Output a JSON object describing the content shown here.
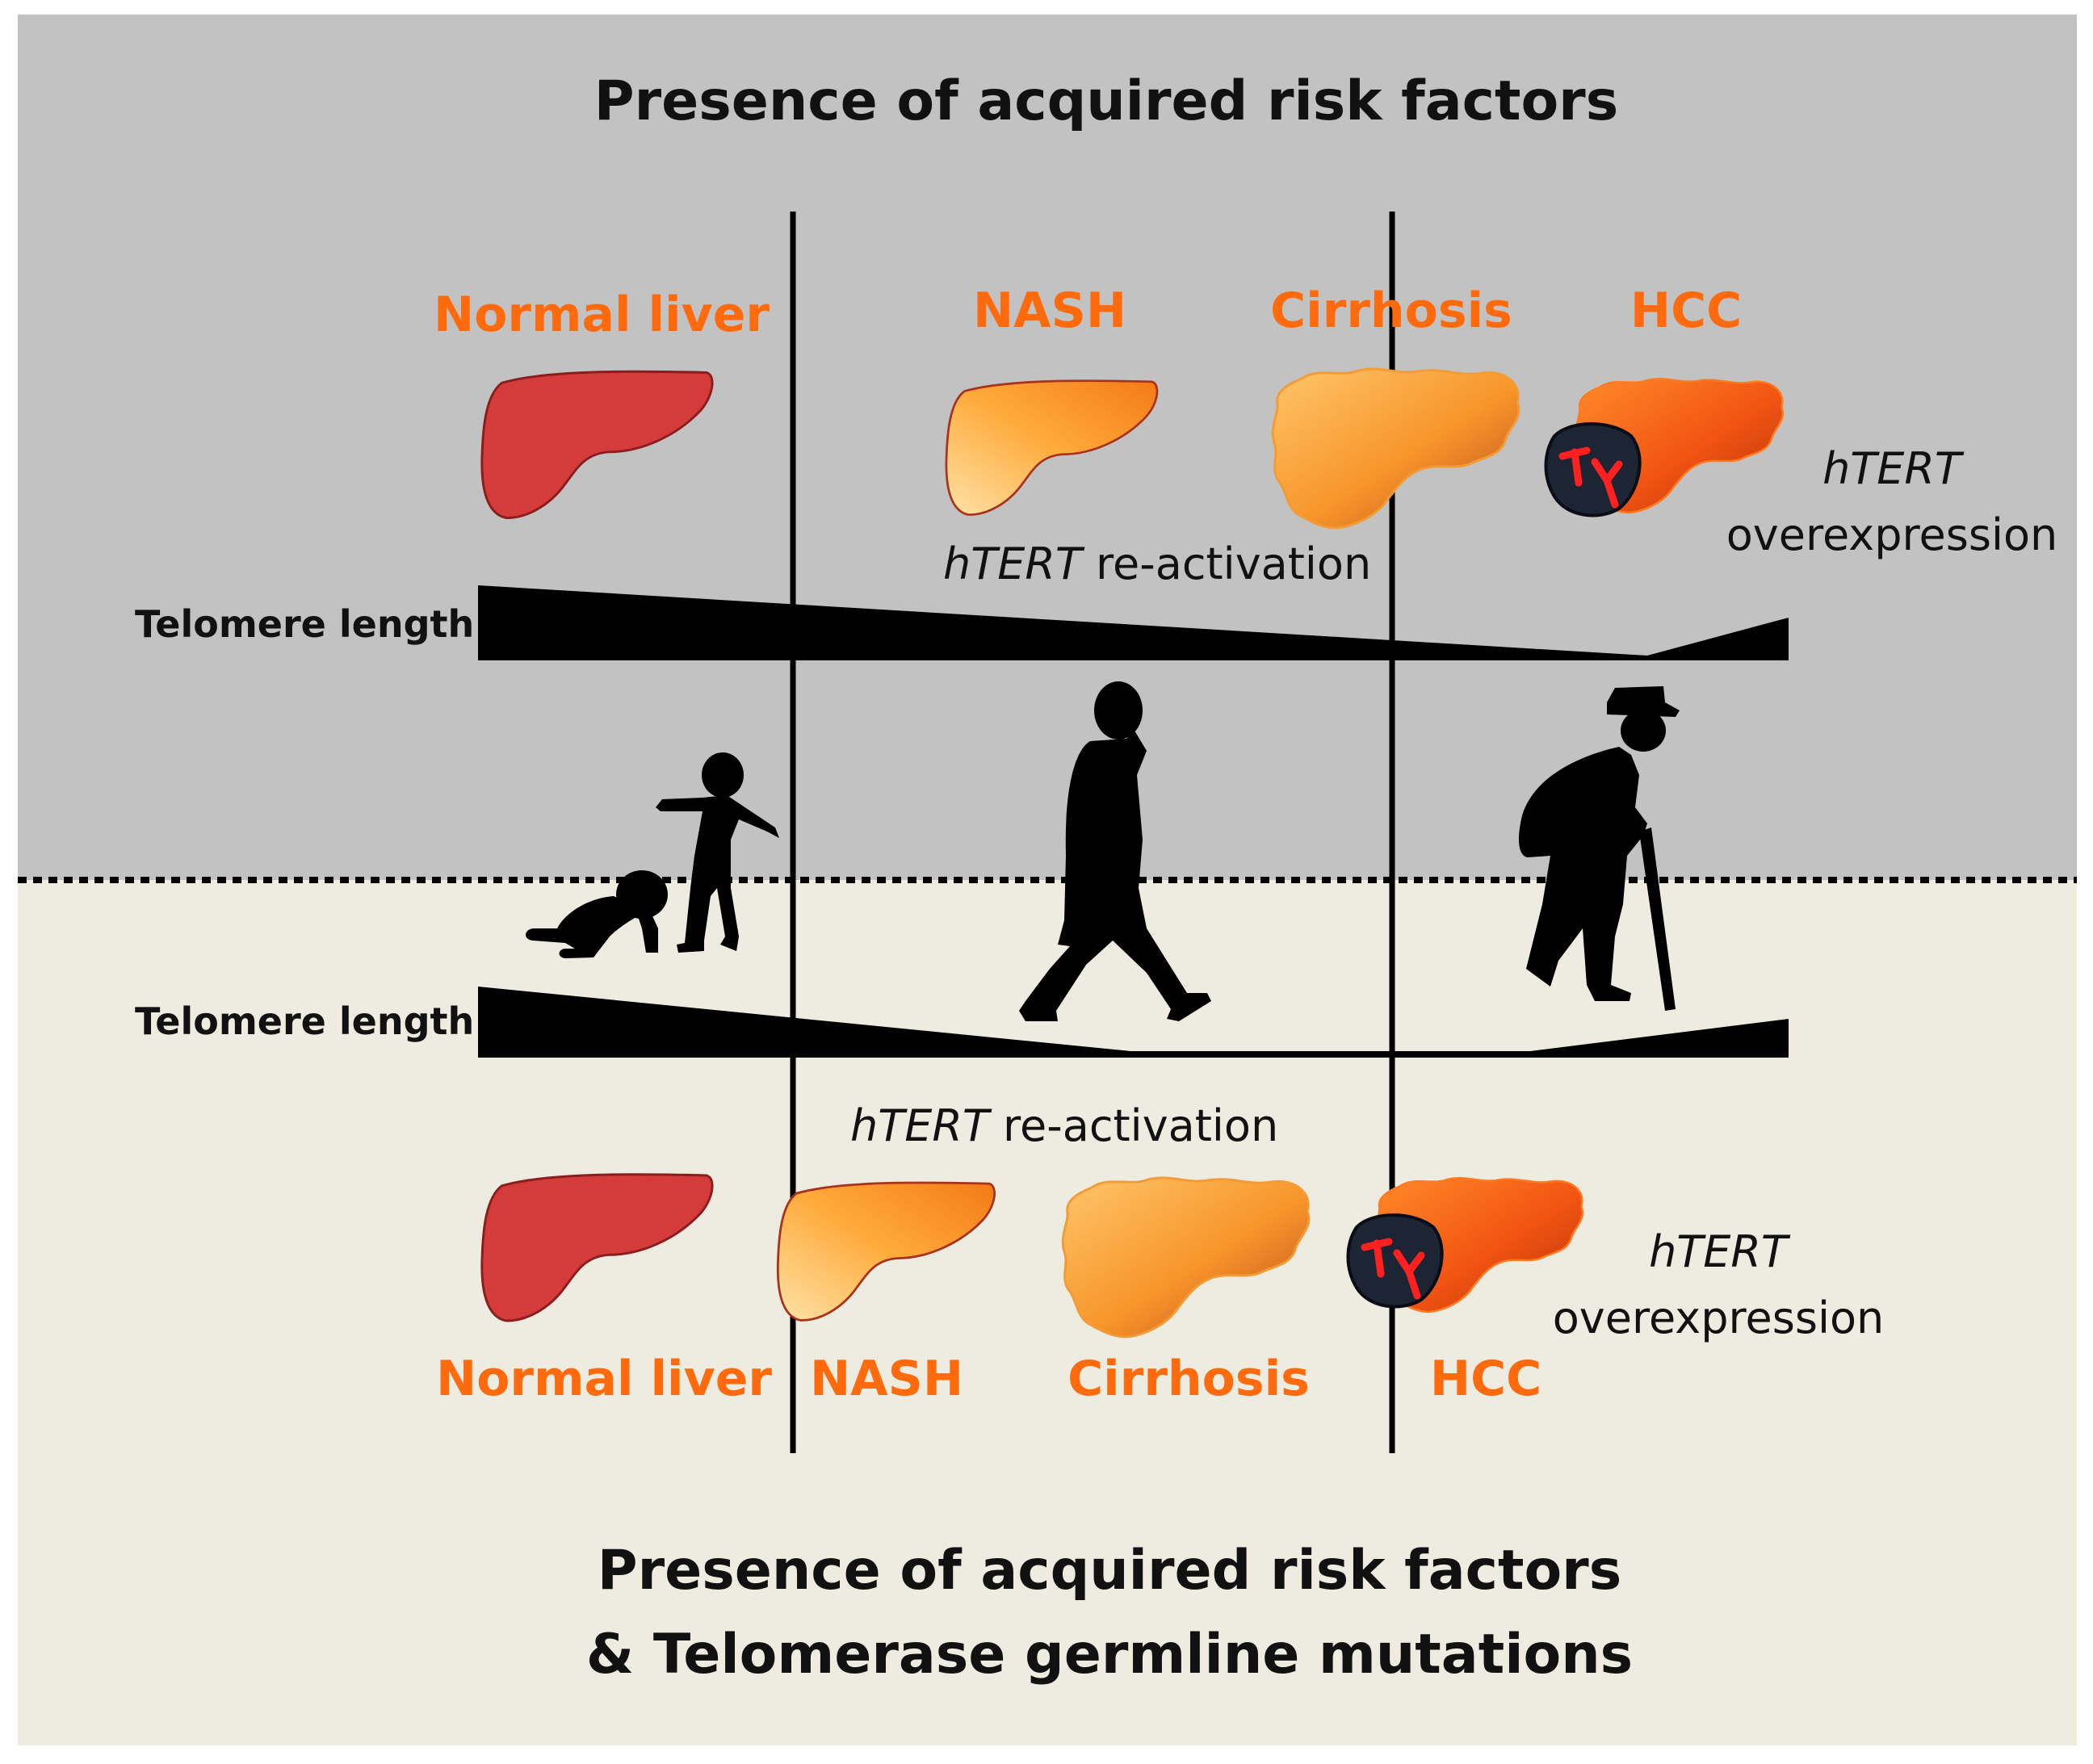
{
  "colors": {
    "top_panel": "#c2c2c2",
    "bottom_panel": "#eeebe0",
    "stage_label": "#ff6a0d",
    "normal_liver": "#d63b3b",
    "silhouette": "#000000"
  },
  "top_panel": {
    "title": "Presence of acquired risk factors",
    "stages": {
      "normal": "Normal liver",
      "nash": "NASH",
      "cirrhosis": "Cirrhosis",
      "hcc": "HCC"
    },
    "telomere_label": "Telomere length",
    "reactivation": {
      "gene": "hTERT",
      "text": " re-activation"
    },
    "overexpression": {
      "gene": "hTERT",
      "text": "overexpression"
    }
  },
  "bottom_panel": {
    "title_line1": "Presence of acquired risk factors",
    "title_line2": "& Telomerase germline mutations",
    "stages": {
      "normal": "Normal liver",
      "nash": "NASH",
      "cirrhosis": "Cirrhosis",
      "hcc": "HCC"
    },
    "telomere_label": "Telomere length",
    "reactivation": {
      "gene": "hTERT",
      "text": " re-activation"
    },
    "overexpression": {
      "gene": "hTERT",
      "text": "overexpression"
    }
  },
  "icons": [
    "liver-icon",
    "tumor-icon",
    "child-crawling-icon",
    "child-walking-icon",
    "adult-walking-icon",
    "elderly-cane-icon"
  ]
}
